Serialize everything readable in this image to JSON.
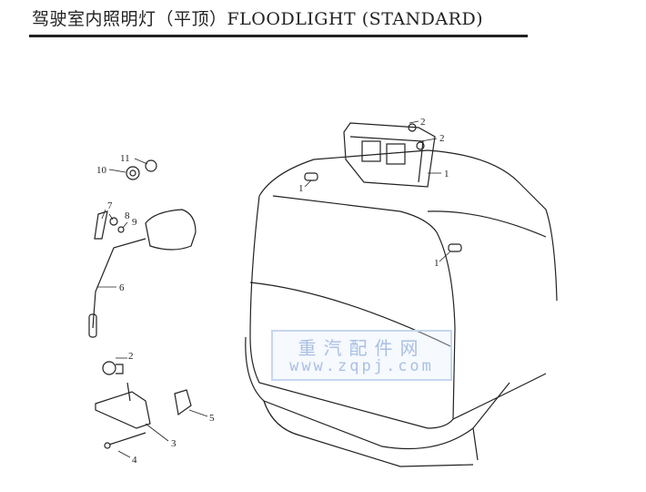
{
  "header": {
    "title": "驾驶室内照明灯（平顶）FLOODLIGHT (STANDARD)"
  },
  "callouts": [
    "1",
    "2",
    "2",
    "1",
    "1",
    "11",
    "10",
    "7",
    "8",
    "9",
    "6",
    "2",
    "5",
    "3",
    "4"
  ],
  "watermark": {
    "cn": "重汽配件网",
    "url": "www.zqpj.com"
  }
}
